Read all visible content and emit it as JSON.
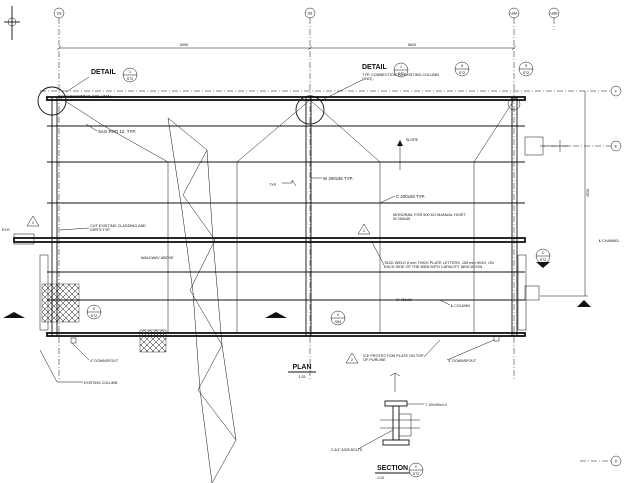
{
  "grid_bubbles": {
    "top": [
      "G9",
      "G8",
      "G8A",
      "G8B"
    ],
    "right": [
      "F",
      "E",
      "D"
    ]
  },
  "dimensions": {
    "span_left": "6095",
    "span_right": "6625",
    "right_vertical": "4935"
  },
  "details": {
    "detail_left": {
      "title": "DETAIL",
      "ref_num": "1",
      "ref_sheet": "S72"
    },
    "detail_mid": {
      "title": "DETAIL",
      "ref_num": "1",
      "ref_sheet": "S72",
      "note": "TYP. CONNECTION TO EXISTING COLUMN (2NO)"
    },
    "detail_mid_bubble": {
      "ref_num": "6",
      "ref_sheet": "S72"
    },
    "detail_right_bubble": {
      "ref_num": "5",
      "ref_sheet": "S72"
    }
  },
  "notes": {
    "existing_column_top": "EXISTING COLUMN",
    "sag_rod": "SAG ROD 12, TYP.",
    "slope": "SLOPE",
    "beam_w200": "W 200x36 TYP.",
    "typ_weld": "TYP.",
    "channel": "C 200x28 TYP.",
    "monorail": "MONORAIL FOR 500 KG MANUAL HOIST W 250x45",
    "cut_existing": "CUT EXISTING CLADDING AND GIRTS TYP.",
    "walkway": "WALKWAY ABOVE",
    "tack_weld": "TACK WELD 6 mm THICK PLATE LETTERS, 150 mm HIGH, ON EACH SIDE OF THE WEB WITH CAPACITY INDICATION",
    "cl_channel": "℄ CHANNEL",
    "beam_w460": "W 460x60",
    "cl_column": "℄ COLUMN",
    "downspout_left": "4\" DOWNSPOUT",
    "existing_column_bottom": "EXISTING COLUMN",
    "ice_plate": "ICE PROTECTION PLATE ON TOP OF PURLINE",
    "downspout_right": "4\" DOWNSPOUT",
    "plan_title": "PLAN",
    "plan_scale": "1:25",
    "tee": "T 100x50x4.4",
    "bolts": "2-3/4\" A325 BOLTS",
    "section_title": "SECTION",
    "section_scale": "1:10",
    "existing_tag": "EXG."
  },
  "tags": {
    "tag2_left": "2",
    "tag2_mid": "2",
    "tag2_bottom": "2",
    "section_c_right": "C",
    "section_c_right_sheet": "S72",
    "section_c_bottom": "C",
    "section_c_bottom_sheet": "S72",
    "detail_k": "K",
    "detail_k_sheet": "S72",
    "detail_v": "V",
    "detail_v_sheet": "S84"
  }
}
